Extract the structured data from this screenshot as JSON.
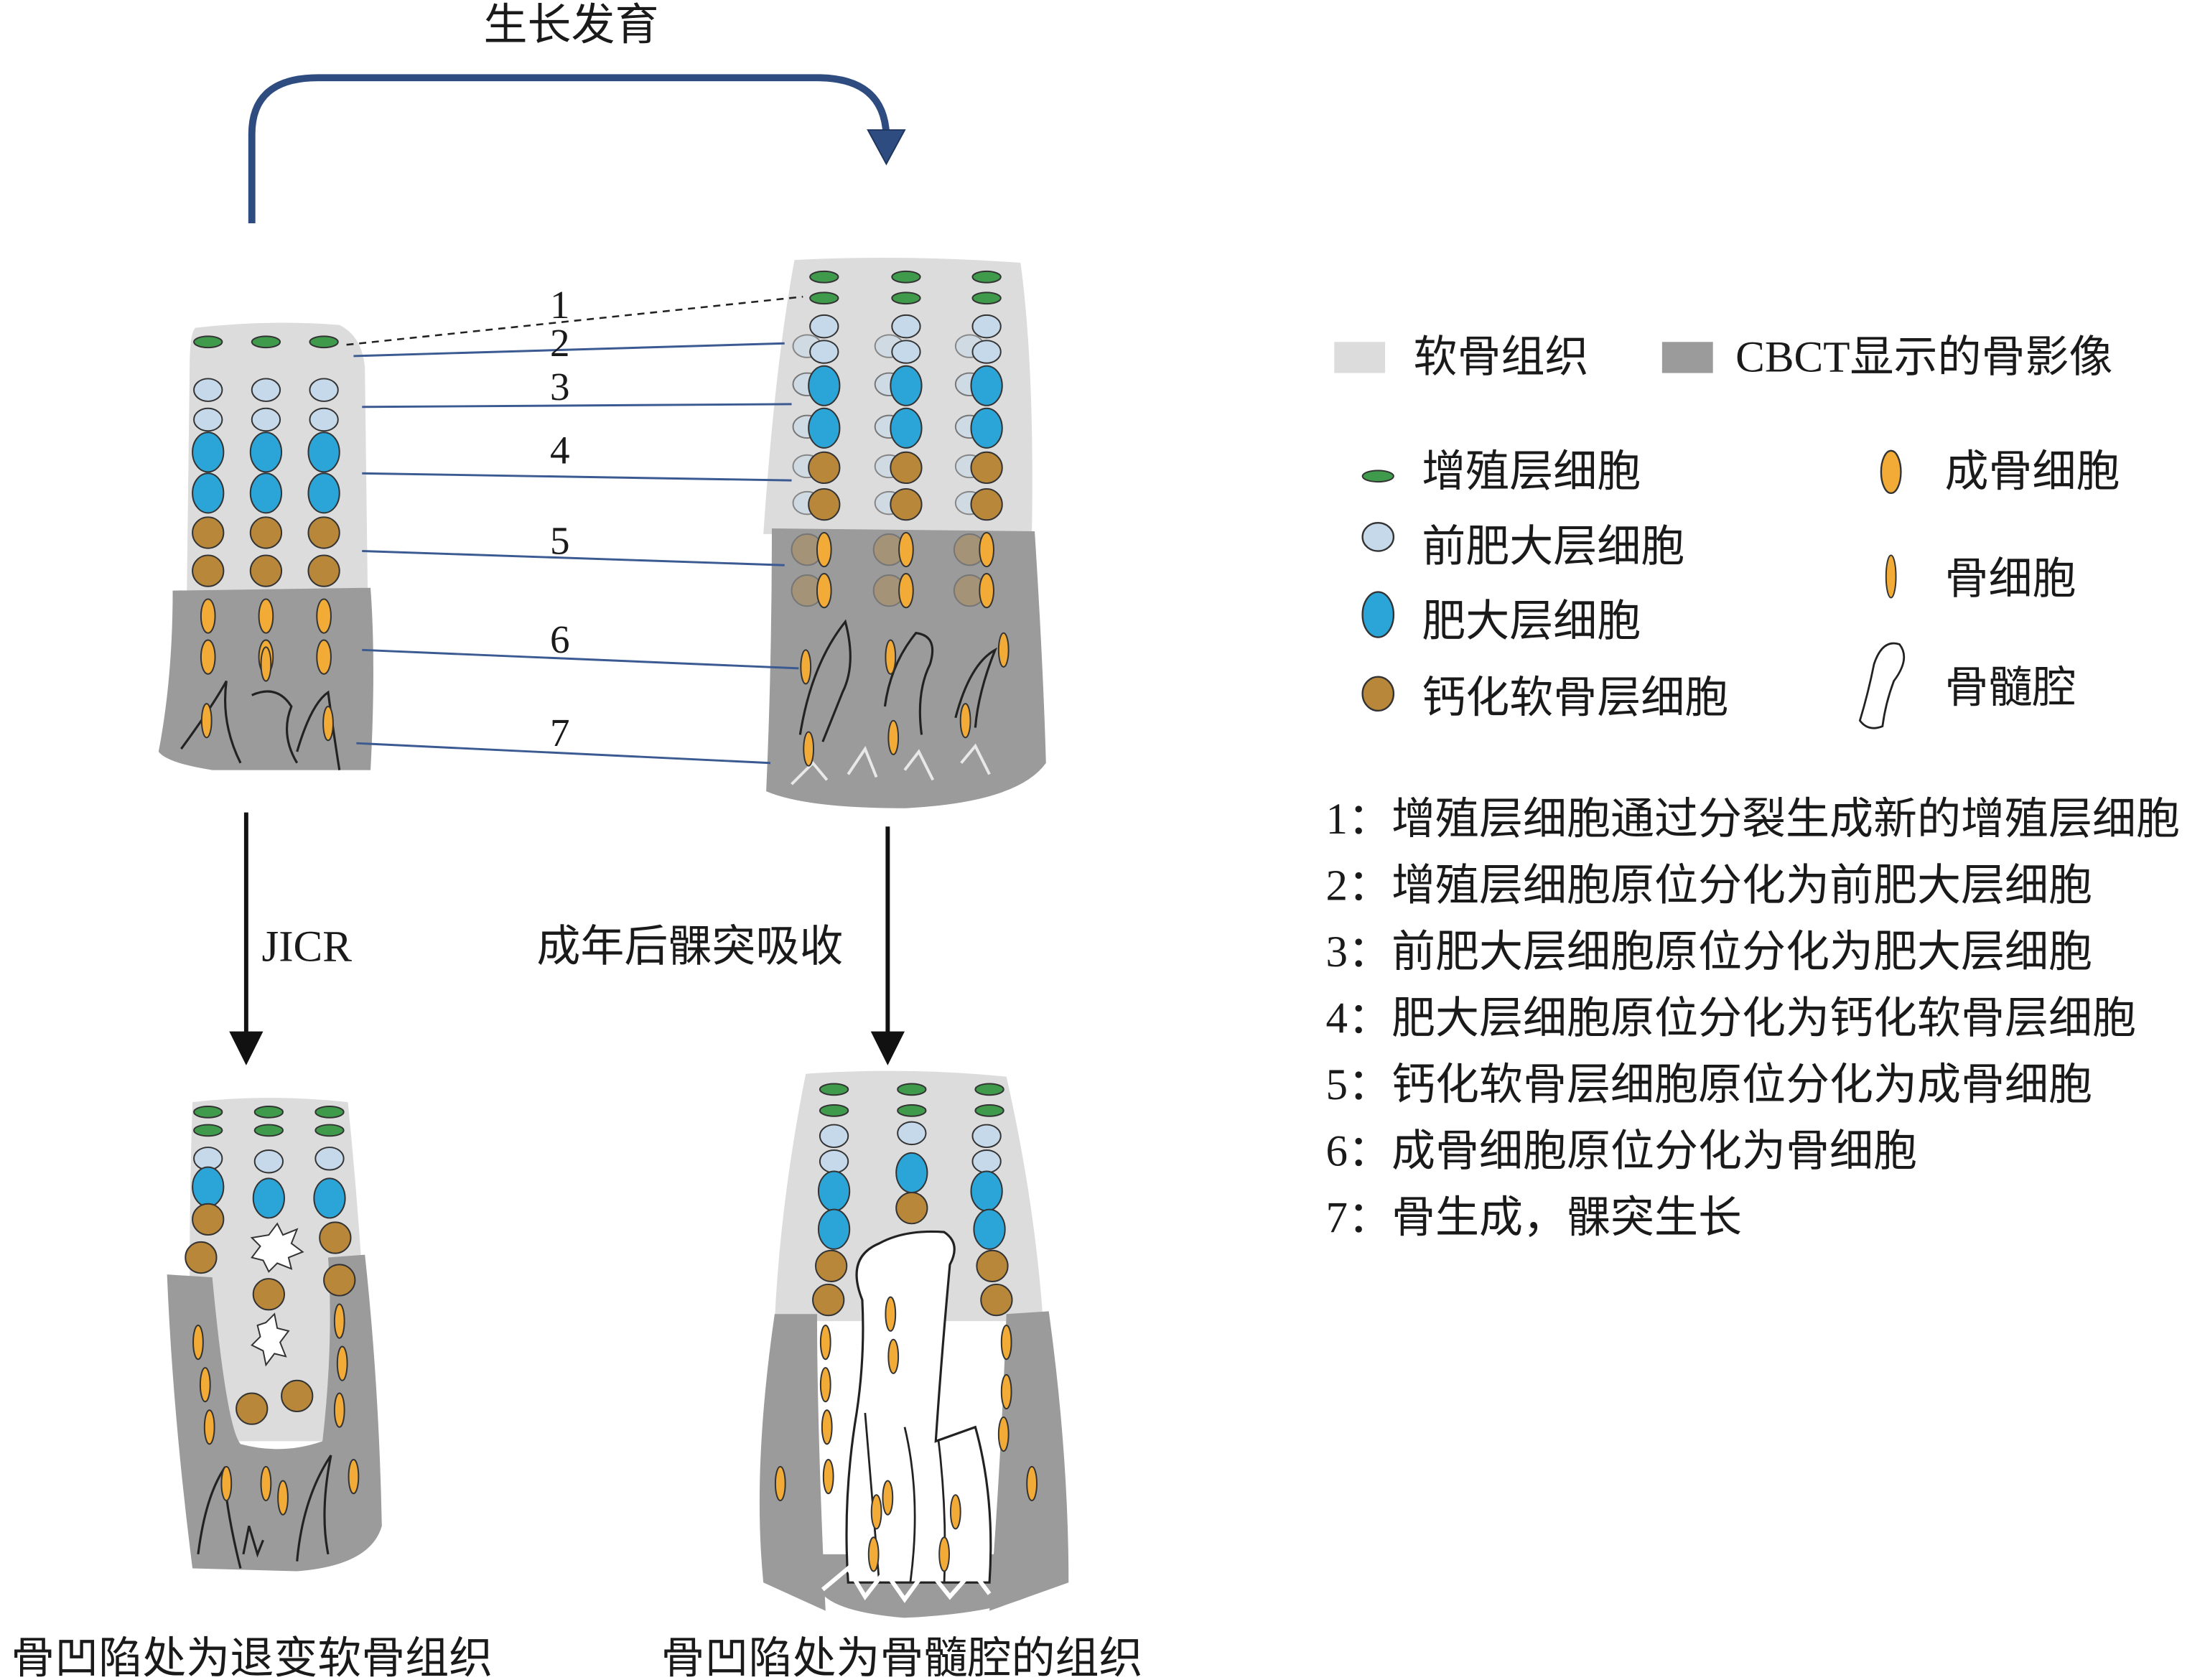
{
  "top_arrow_label": "生长发育",
  "left_arrow_label": "JICR",
  "right_arrow_label": "成年后髁突吸收",
  "bottom_left_caption": "骨凹陷处为退变软骨组织",
  "bottom_right_caption": "骨凹陷处为骨髓腔的组织",
  "step_numbers": [
    "1",
    "2",
    "3",
    "4",
    "5",
    "6",
    "7"
  ],
  "legend": {
    "tissue": [
      {
        "label": "软骨组织",
        "color": "#dcdcdc"
      },
      {
        "label": "CBCT显示的骨影像",
        "color": "#9b9b9b"
      }
    ],
    "cells_left": [
      {
        "label": "增殖层细胞",
        "icon": "green-flat-ellipse",
        "color": "#3f9b4b"
      },
      {
        "label": "前肥大层细胞",
        "icon": "light-blue-circle",
        "color": "#c6d9ea"
      },
      {
        "label": "肥大层细胞",
        "icon": "blue-ellipse",
        "color": "#2ba4d7"
      },
      {
        "label": "钙化软骨层细胞",
        "icon": "brown-circle",
        "color": "#b8873a"
      }
    ],
    "cells_right": [
      {
        "label": "成骨细胞",
        "icon": "orange-ellipse",
        "color": "#f2ab36"
      },
      {
        "label": "骨细胞",
        "icon": "orange-thin-ellipse",
        "color": "#f2ab36"
      },
      {
        "label": "骨髓腔",
        "icon": "marrow-cavity-shape",
        "color": "#ffffff"
      }
    ]
  },
  "steps": [
    "1：增殖层细胞通过分裂生成新的增殖层细胞",
    "2：增殖层细胞原位分化为前肥大层细胞",
    "3：前肥大层细胞原位分化为肥大层细胞",
    "4：肥大层细胞原位分化为钙化软骨层细胞",
    "5：钙化软骨层细胞原位分化为成骨细胞",
    "6：成骨细胞原位分化为骨细胞",
    "7：骨生成，髁突生长"
  ],
  "colors": {
    "arrow_blue": "#2f4c80",
    "connector_blue": "#3b5a92",
    "cartilage": "#dcdcdc",
    "bone": "#9b9b9b"
  }
}
